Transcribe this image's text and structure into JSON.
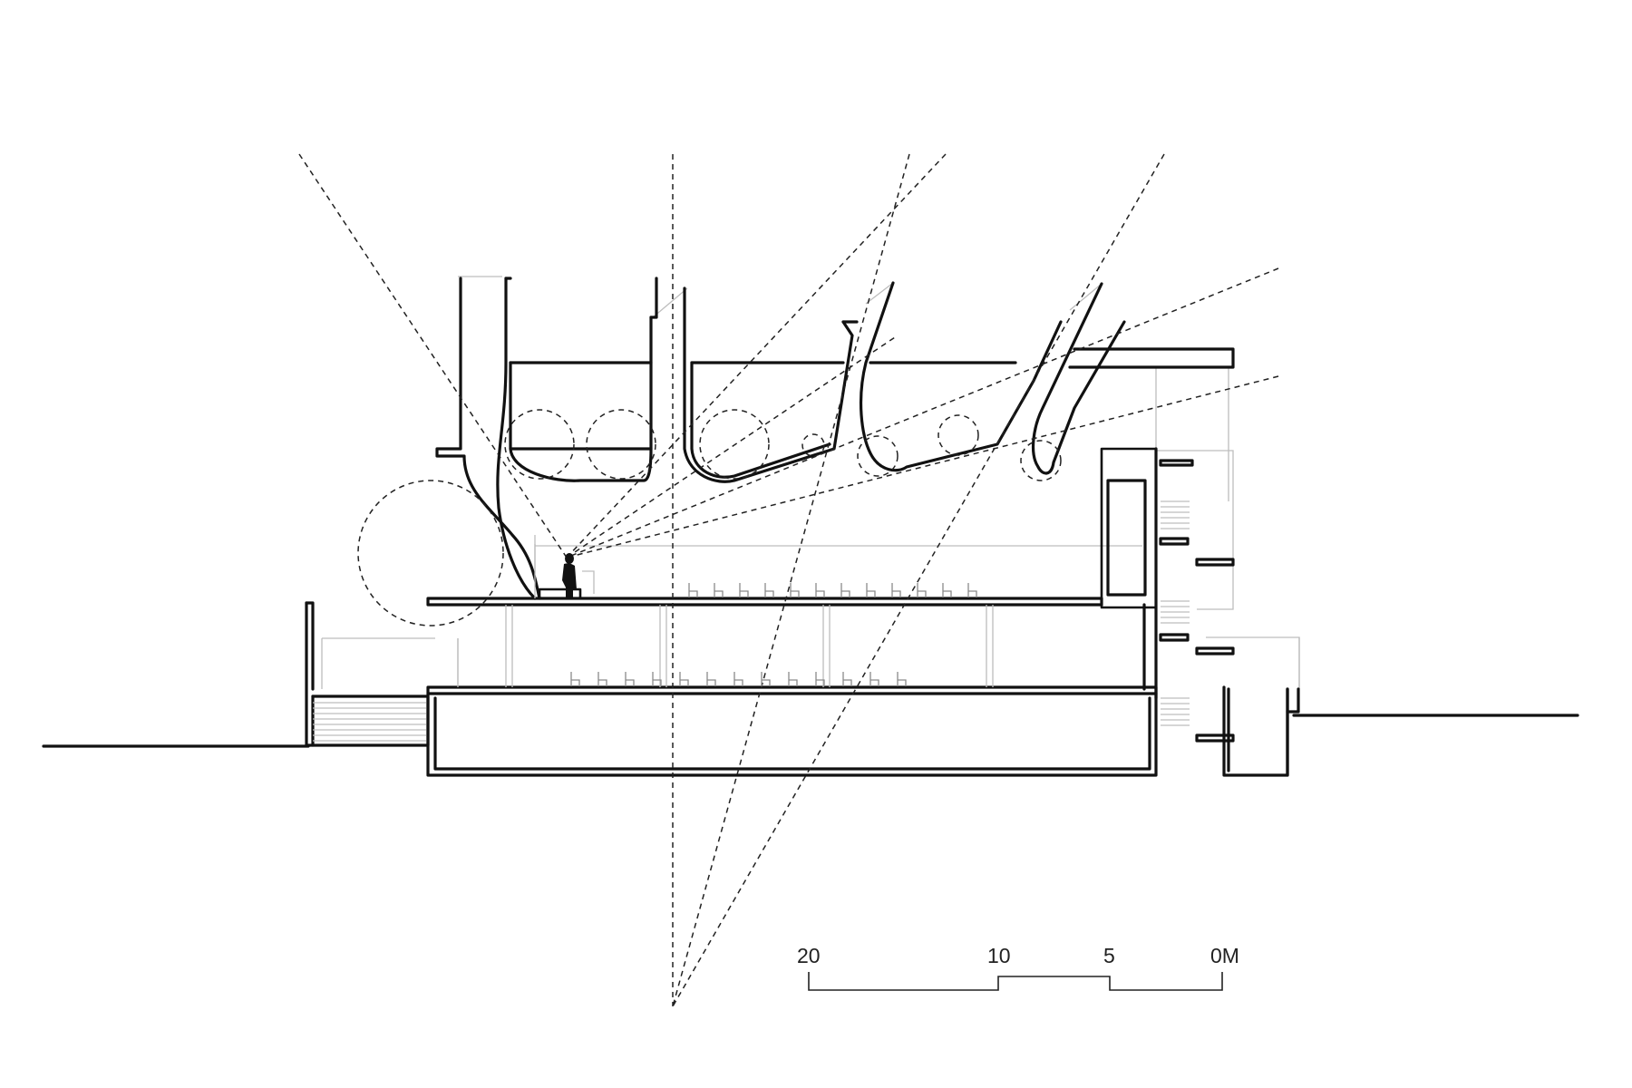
{
  "scale_bar": {
    "labels": [
      "20",
      "10",
      "5",
      "0M"
    ]
  },
  "colors": {
    "line": "#111111",
    "guide": "#bdbdbd",
    "background": "#ffffff"
  }
}
